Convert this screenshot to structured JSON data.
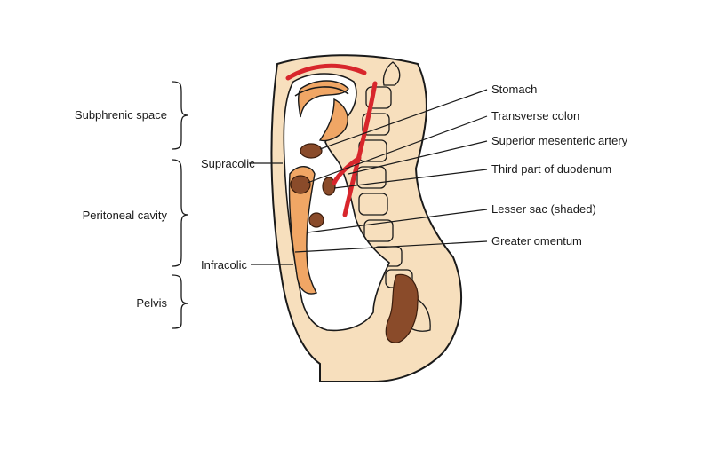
{
  "left_labels": {
    "subphrenic": "Subphrenic space",
    "peritoneal": "Peritoneal cavity",
    "pelvis": "Pelvis"
  },
  "inner_labels": {
    "supracolic": "Supracolic",
    "infracolic": "Infracolic"
  },
  "right_labels": {
    "stomach": "Stomach",
    "transverse_colon": "Transverse colon",
    "sma": "Superior mesenteric artery",
    "duodenum": "Third part of duodenum",
    "lesser_sac": "Lesser sac (shaded)",
    "greater_omentum": "Greater omentum"
  },
  "colors": {
    "skin": "#f7dfbd",
    "peritoneum": "#f0a665",
    "organ": "#8a4b2a",
    "vessel": "#d8262c"
  }
}
